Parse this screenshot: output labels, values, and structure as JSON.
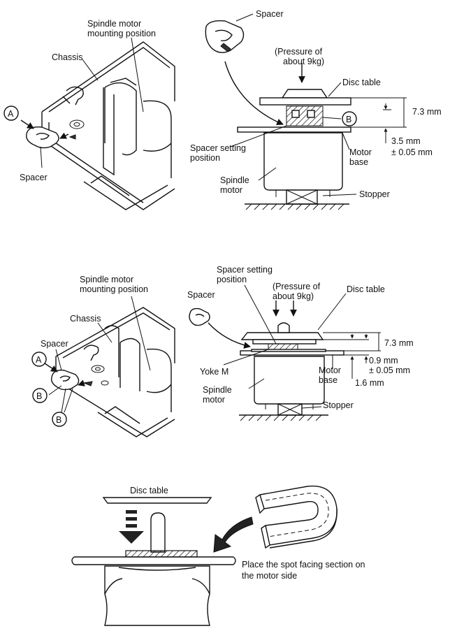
{
  "fig1": {
    "left": {
      "spindle_motor_1": "Spindle motor",
      "spindle_motor_2": "mounting position",
      "chassis": "Chassis",
      "circle_a": "A",
      "spacer": "Spacer"
    },
    "right": {
      "spacer": "Spacer",
      "pressure_1": "(Pressure of",
      "pressure_2": "about 9kg)",
      "disc_table": "Disc table",
      "circle_b": "B",
      "dim_73": "7.3 mm",
      "spacer_setting_1": "Spacer setting",
      "spacer_setting_2": "position",
      "dim_35": "3.5 mm",
      "dim_tol": "± 0.05 mm",
      "motor_base_1": "Motor",
      "motor_base_2": "base",
      "spindle_1": "Spindle",
      "spindle_2": "motor",
      "stopper": "Stopper"
    }
  },
  "fig2": {
    "left": {
      "spindle_motor_1": "Spindle motor",
      "spindle_motor_2": "mounting position",
      "chassis": "Chassis",
      "spacer": "Spacer",
      "circle_a": "A",
      "circle_b1": "B",
      "circle_b2": "B"
    },
    "right": {
      "spacer_setting_1": "Spacer setting",
      "spacer_setting_2": "position",
      "pressure_1": "(Pressure of",
      "pressure_2": "about 9kg)",
      "disc_table": "Disc table",
      "spacer": "Spacer",
      "dim_73": "7.3 mm",
      "dim_09": "0.9 mm",
      "dim_tol": "± 0.05 mm",
      "dim_16": "1.6 mm",
      "yoke": "Yoke M",
      "motor_base_1": "Motor",
      "motor_base_2": "base",
      "spindle_1": "Spindle",
      "spindle_2": "motor",
      "stopper": "Stopper"
    }
  },
  "fig3": {
    "disc_table": "Disc table",
    "note_1": "Place the spot facing section on",
    "note_2": "the motor side"
  }
}
